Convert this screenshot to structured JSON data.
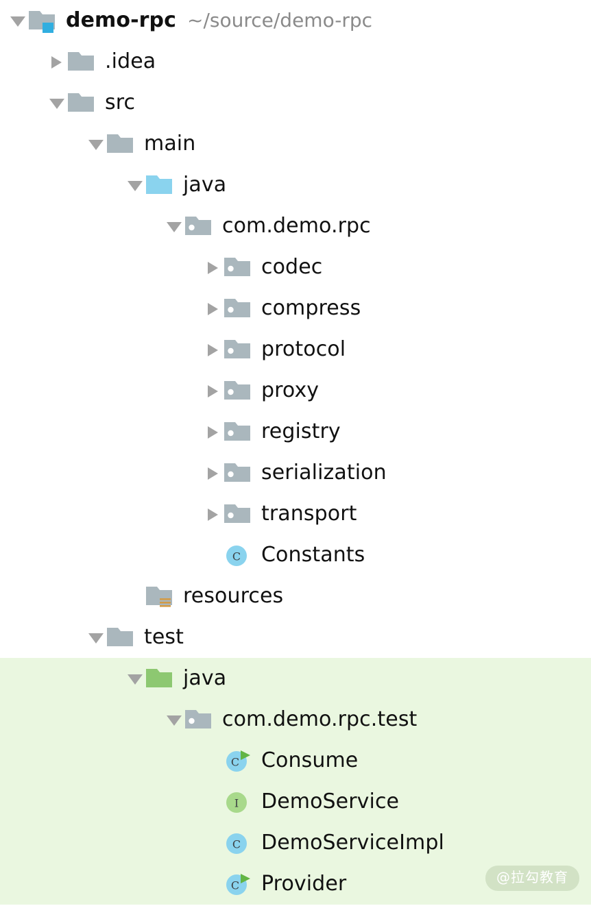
{
  "window": {
    "title": "demo-rpc",
    "background_color": "#ffffff",
    "selection_color": "#eaf7e0",
    "path_text_color": "#8a8a8a",
    "label_text_color": "#111111"
  },
  "watermark": {
    "text": "@拉勾教育"
  },
  "icon_colors": {
    "folder_gray": "#aab7bd",
    "folder_blue": "#8ad3ee",
    "folder_green": "#8dc871",
    "module_badge_blue": "#31aee0",
    "resource_badge_orange": "#d29b47",
    "class_circle_blue": "#8ad3ee",
    "interface_circle_green": "#a8d98b",
    "run_marker_green": "#62b544",
    "letter_dark": "#3c4043",
    "twisty_gray": "#a3a3a3"
  },
  "tree": {
    "name": "project-tree",
    "rows": [
      {
        "label": "demo-rpc",
        "sublabel": "~/source/demo-rpc",
        "depth": 0,
        "twisty": "expanded",
        "icon": "module-folder-icon",
        "bold": true,
        "selected": false,
        "name": "tree-row-demo-rpc"
      },
      {
        "label": ".idea",
        "sublabel": "",
        "depth": 1,
        "twisty": "collapsed",
        "icon": "folder-icon",
        "bold": false,
        "selected": false,
        "name": "tree-row-idea"
      },
      {
        "label": "src",
        "sublabel": "",
        "depth": 1,
        "twisty": "expanded",
        "icon": "folder-icon",
        "bold": false,
        "selected": false,
        "name": "tree-row-src"
      },
      {
        "label": "main",
        "sublabel": "",
        "depth": 2,
        "twisty": "expanded",
        "icon": "folder-icon",
        "bold": false,
        "selected": false,
        "name": "tree-row-main"
      },
      {
        "label": "java",
        "sublabel": "",
        "depth": 3,
        "twisty": "expanded",
        "icon": "source-folder-blue-icon",
        "bold": false,
        "selected": false,
        "name": "tree-row-main-java"
      },
      {
        "label": "com.demo.rpc",
        "sublabel": "",
        "depth": 4,
        "twisty": "expanded",
        "icon": "package-icon",
        "bold": false,
        "selected": false,
        "name": "tree-row-com-demo-rpc"
      },
      {
        "label": "codec",
        "sublabel": "",
        "depth": 5,
        "twisty": "collapsed",
        "icon": "package-icon",
        "bold": false,
        "selected": false,
        "name": "tree-row-codec"
      },
      {
        "label": "compress",
        "sublabel": "",
        "depth": 5,
        "twisty": "collapsed",
        "icon": "package-icon",
        "bold": false,
        "selected": false,
        "name": "tree-row-compress"
      },
      {
        "label": "protocol",
        "sublabel": "",
        "depth": 5,
        "twisty": "collapsed",
        "icon": "package-icon",
        "bold": false,
        "selected": false,
        "name": "tree-row-protocol"
      },
      {
        "label": "proxy",
        "sublabel": "",
        "depth": 5,
        "twisty": "collapsed",
        "icon": "package-icon",
        "bold": false,
        "selected": false,
        "name": "tree-row-proxy"
      },
      {
        "label": "registry",
        "sublabel": "",
        "depth": 5,
        "twisty": "collapsed",
        "icon": "package-icon",
        "bold": false,
        "selected": false,
        "name": "tree-row-registry"
      },
      {
        "label": "serialization",
        "sublabel": "",
        "depth": 5,
        "twisty": "collapsed",
        "icon": "package-icon",
        "bold": false,
        "selected": false,
        "name": "tree-row-serialization"
      },
      {
        "label": "transport",
        "sublabel": "",
        "depth": 5,
        "twisty": "collapsed",
        "icon": "package-icon",
        "bold": false,
        "selected": false,
        "name": "tree-row-transport"
      },
      {
        "label": "Constants",
        "sublabel": "",
        "depth": 5,
        "twisty": "none",
        "icon": "class-icon",
        "bold": false,
        "selected": false,
        "name": "tree-row-constants"
      },
      {
        "label": "resources",
        "sublabel": "",
        "depth": 3,
        "twisty": "none",
        "icon": "resources-folder-icon",
        "bold": false,
        "selected": false,
        "name": "tree-row-resources"
      },
      {
        "label": "test",
        "sublabel": "",
        "depth": 2,
        "twisty": "expanded",
        "icon": "folder-icon",
        "bold": false,
        "selected": false,
        "name": "tree-row-test"
      },
      {
        "label": "java",
        "sublabel": "",
        "depth": 3,
        "twisty": "expanded",
        "icon": "source-folder-green-icon",
        "bold": false,
        "selected": true,
        "name": "tree-row-test-java"
      },
      {
        "label": "com.demo.rpc.test",
        "sublabel": "",
        "depth": 4,
        "twisty": "expanded",
        "icon": "package-icon",
        "bold": false,
        "selected": true,
        "name": "tree-row-com-demo-rpc-test"
      },
      {
        "label": "Consume",
        "sublabel": "",
        "depth": 5,
        "twisty": "none",
        "icon": "runnable-class-icon",
        "bold": false,
        "selected": true,
        "name": "tree-row-consume"
      },
      {
        "label": "DemoService",
        "sublabel": "",
        "depth": 5,
        "twisty": "none",
        "icon": "interface-icon",
        "bold": false,
        "selected": true,
        "name": "tree-row-demoservice"
      },
      {
        "label": "DemoServiceImpl",
        "sublabel": "",
        "depth": 5,
        "twisty": "none",
        "icon": "class-icon",
        "bold": false,
        "selected": true,
        "name": "tree-row-demoserviceimpl"
      },
      {
        "label": "Provider",
        "sublabel": "",
        "depth": 5,
        "twisty": "none",
        "icon": "runnable-class-icon",
        "bold": false,
        "selected": true,
        "name": "tree-row-provider"
      }
    ]
  }
}
